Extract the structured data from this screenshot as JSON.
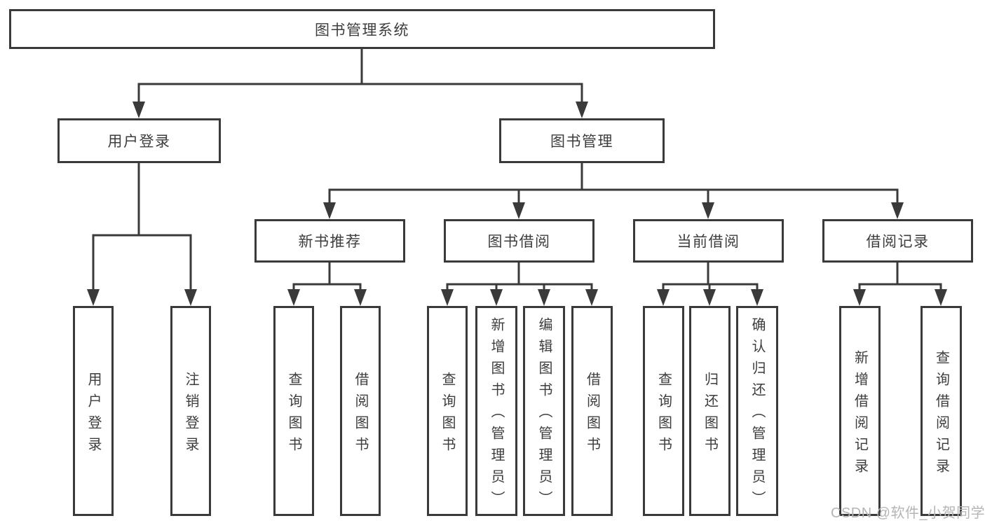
{
  "diagram": {
    "root": {
      "label": "图书管理系统"
    },
    "branches": [
      {
        "label": "用户登录",
        "children": [
          {
            "label": "用户登录"
          },
          {
            "label": "注销登录"
          }
        ]
      },
      {
        "label": "图书管理",
        "children": [
          {
            "label": "新书推荐",
            "children": [
              {
                "label": "查询图书"
              },
              {
                "label": "借阅图书"
              }
            ]
          },
          {
            "label": "图书借阅",
            "children": [
              {
                "label": "查询图书"
              },
              {
                "label": "新增图书（管理员）"
              },
              {
                "label": "编辑图书（管理员）"
              },
              {
                "label": "借阅图书"
              }
            ]
          },
          {
            "label": "当前借阅",
            "children": [
              {
                "label": "查询图书"
              },
              {
                "label": "归还图书"
              },
              {
                "label": "确认归还（管理员）"
              }
            ]
          },
          {
            "label": "借阅记录",
            "children": [
              {
                "label": "新增借阅记录"
              },
              {
                "label": "查询借阅记录"
              }
            ]
          }
        ]
      }
    ]
  },
  "watermark": {
    "text": "CSDN @软件_小贺同学"
  },
  "colors": {
    "line": "#3a3a3a",
    "text": "#3d3d3d",
    "background": "#ffffff",
    "watermark": "#b5b5b5"
  }
}
